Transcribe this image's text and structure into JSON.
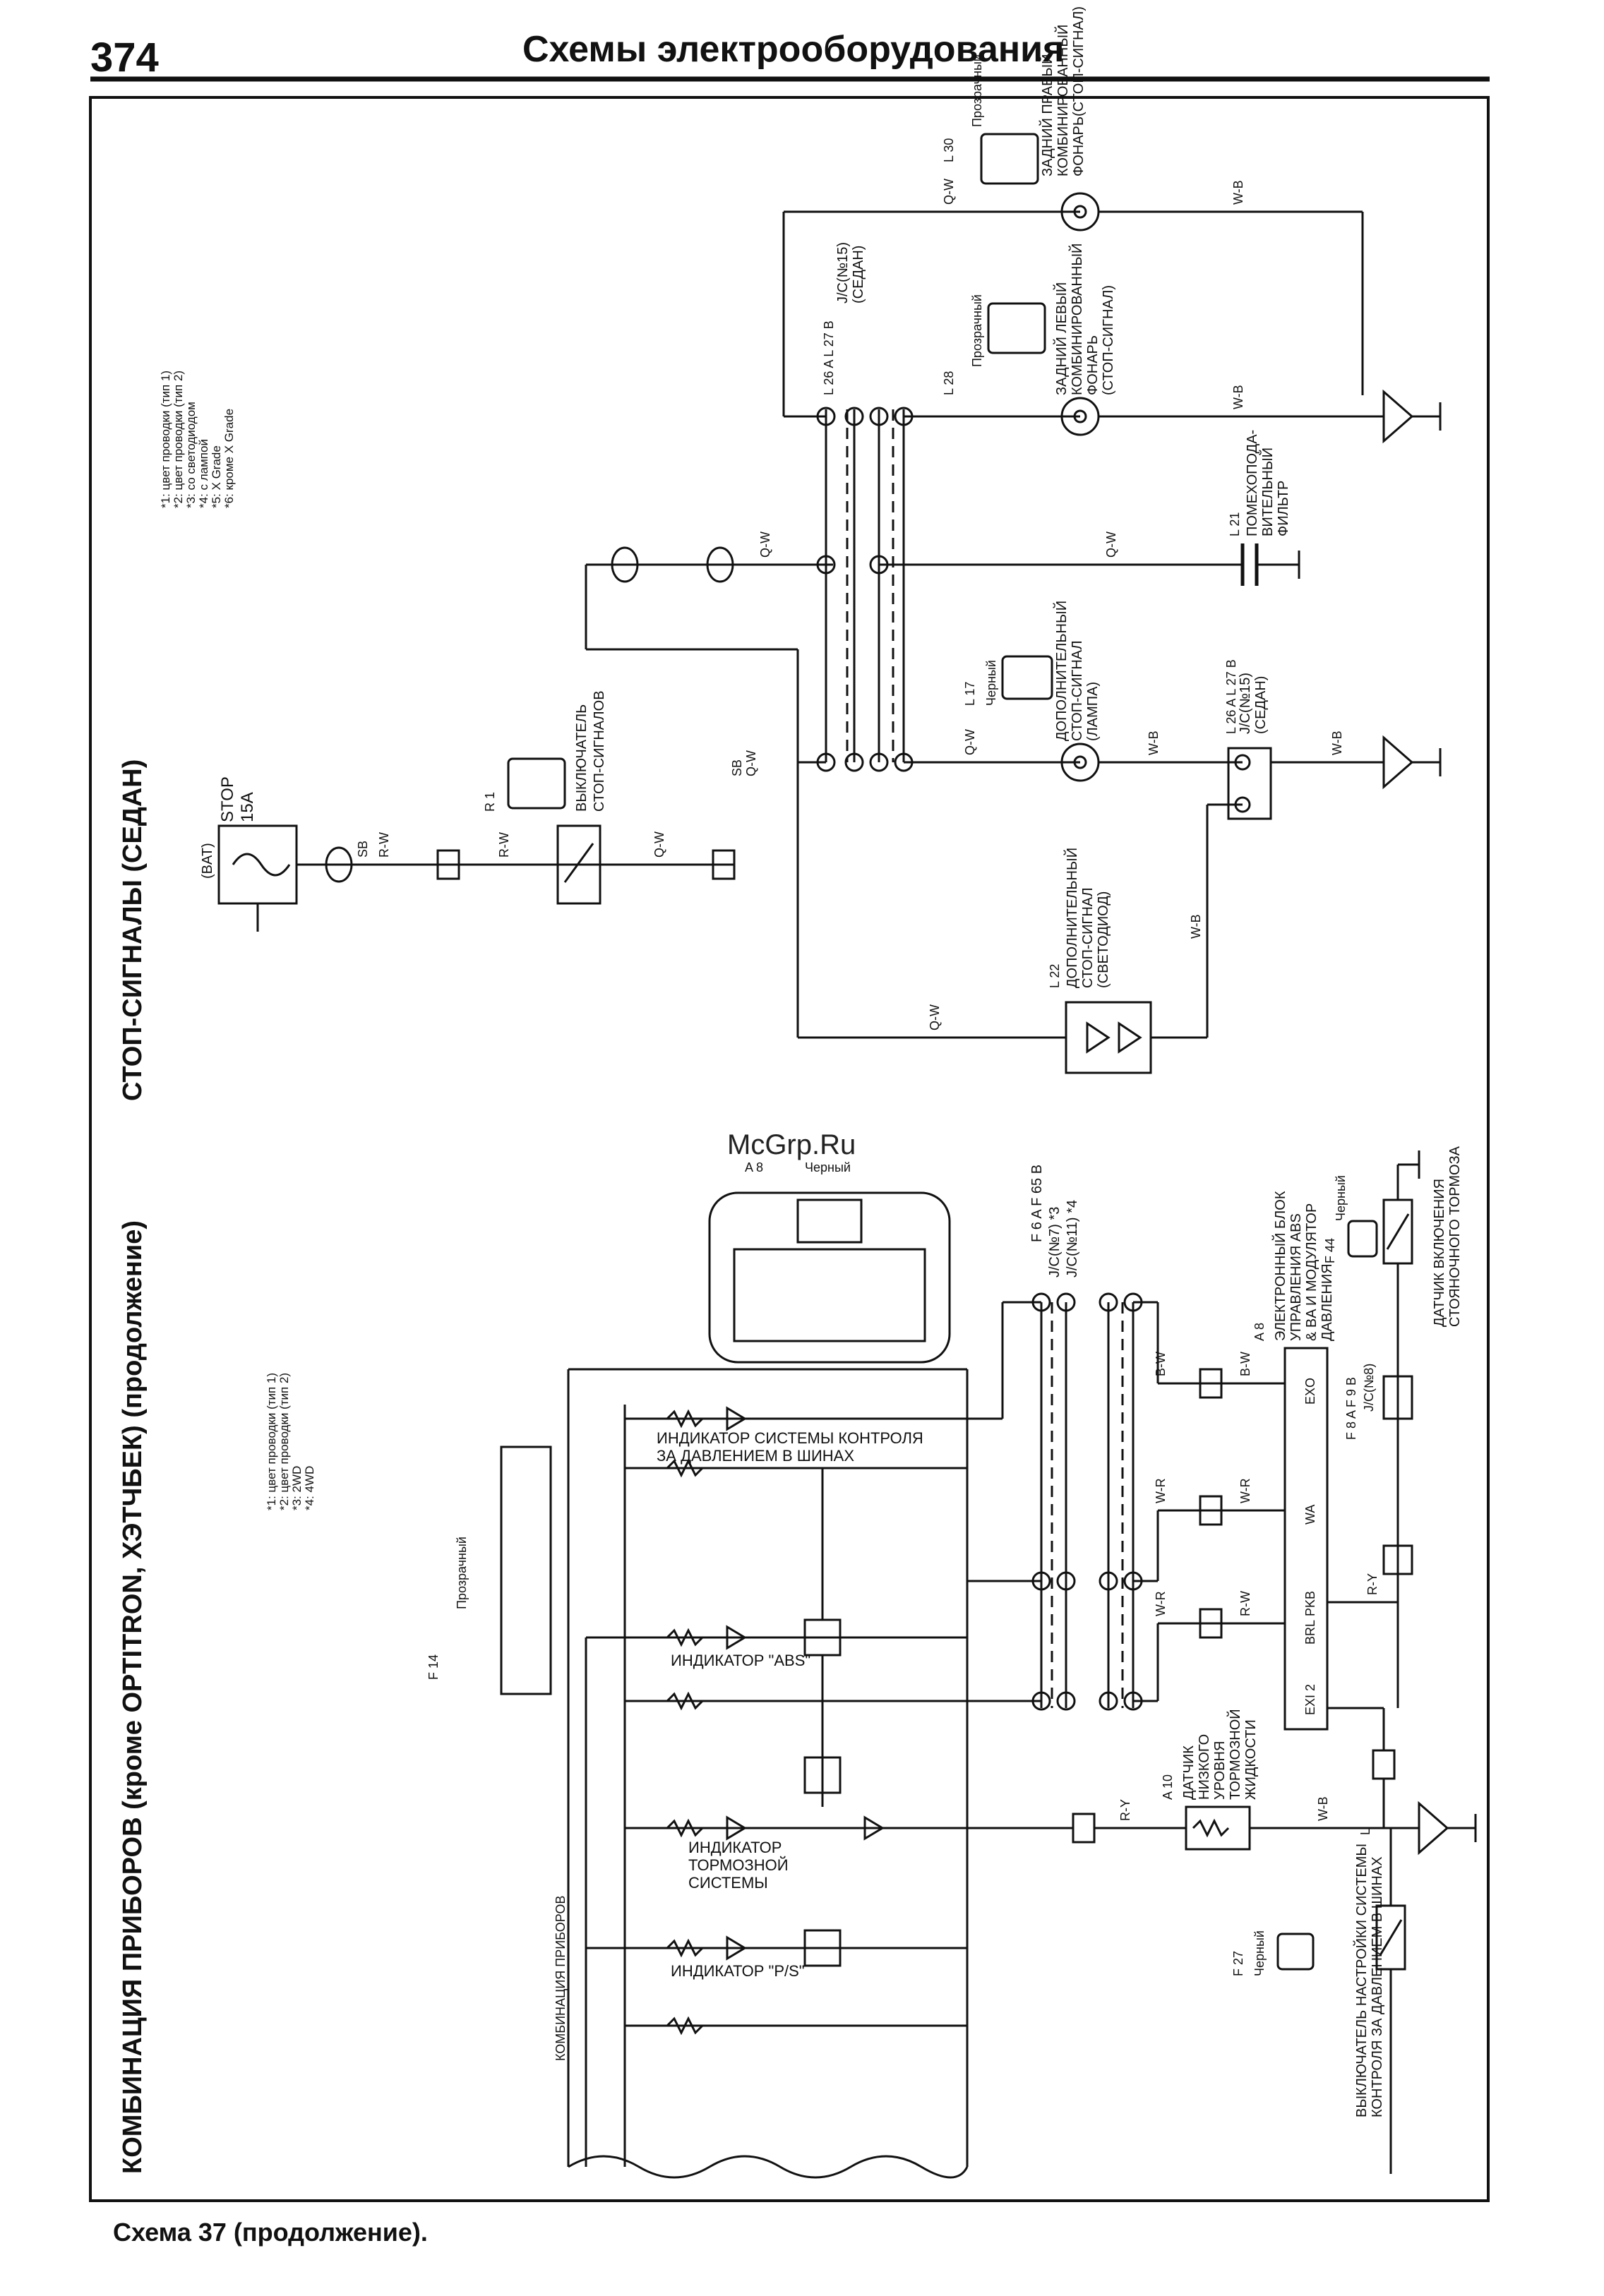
{
  "page": {
    "number": "374",
    "title": "Схемы электрооборудования",
    "caption": "Схема 37 (продолжение).",
    "watermark": "McGrp.Ru"
  },
  "sections": {
    "stop": "СТОП-СИГНАЛЫ (СЕДАН)",
    "combo": "КОМБИНАЦИЯ ПРИБОРОВ (кроме OPTITRON, ХЭТЧБЕК) (продолжение)"
  },
  "notes_top": [
    "*1: цвет проводки (тип 1)",
    "*2: цвет проводки (тип 2)",
    "*3: со светодиодом",
    "*4: с лампой",
    "*5: X Grade",
    "*6: кроме X Grade"
  ],
  "notes_bottom": [
    "*1: цвет проводки (тип 1)",
    "*2: цвет проводки (тип 2)",
    "*3: 2WD",
    "*4: 4WD"
  ],
  "labels": {
    "bat": "(BAT)",
    "fuse": "STOP",
    "fuse_amp": "15A",
    "sw_stop": [
      "R 1",
      "ВЫКЛЮЧАТЕЛЬ",
      "СТОП-СИГНАЛОВ"
    ],
    "l30": [
      "L 30",
      "Прозрачный"
    ],
    "rear_right": [
      "ЗАДНИЙ ПРАВЫЙ",
      "КОМБИНИРОВАННЫЙ",
      "ФОНАРЬ(СТОП-СИГНАЛ)"
    ],
    "rear_left": [
      "ЗАДНИЙ ЛЕВЫЙ",
      "КОМБИНИРОВАННЫЙ",
      "ФОНАРЬ",
      "(СТОП-СИГНАЛ)"
    ],
    "l28": [
      "L 28",
      "Прозрачный"
    ],
    "jc15_top": [
      "J/C(№15)",
      "(СЕДАН)",
      "L 26 A  L 27 B"
    ],
    "l21": [
      "L 21",
      "ПОМЕХОПОДА-",
      "ВИТЕЛЬНЫЙ",
      "ФИЛЬТР"
    ],
    "l17": [
      "L 17",
      "Черный"
    ],
    "extra_lamp": [
      "ДОПОЛНИТЕЛЬНЫЙ",
      "СТОП-СИГНАЛ",
      "(ЛАМПА)"
    ],
    "jc15_bot": [
      "J/C(№15)",
      "(СЕДАН)",
      "L 26 A  L 27 B"
    ],
    "extra_led": [
      "L 22",
      "ДОПОЛНИТЕЛЬНЫЙ",
      "СТОП-СИГНАЛ",
      "(СВЕТОДИОД)"
    ],
    "a8": [
      "A 8",
      "Черный"
    ],
    "jc_mid": [
      "F 6 A   F 65 B",
      "J/C(№7) *3",
      "J/C(№11) *4"
    ],
    "abs_ecu": [
      "A 8",
      "ЭЛЕКТРОННЫЙ БЛОК",
      "УПРАВЛЕНИЯ ABS",
      "& BA И МОДУЛЯТОР",
      "ДАВЛЕНИЯ"
    ],
    "f44": [
      "F 44",
      "Черный"
    ],
    "park_brake": [
      "ДАТЧИК ВКЛЮЧЕНИЯ",
      "СТОЯНОЧНОГО ТОРМОЗА"
    ],
    "jc8": [
      "F 8 A  F 9 B",
      "J/C(№8)"
    ],
    "f14": [
      "F 14",
      "Прозрачный"
    ],
    "ind_tire": [
      "ИНДИКАТОР СИСТЕМЫ КОНТРОЛЯ",
      "ЗА ДАВЛЕНИЕМ В ШИНАХ"
    ],
    "ind_abs": "ИНДИКАТОР \"ABS\"",
    "ind_brake": [
      "ИНДИКАТОР",
      "ТОРМОЗНОЙ",
      "СИСТЕМЫ"
    ],
    "ind_ps": "ИНДИКАТОР \"P/S\"",
    "combo_label": "КОМБИНАЦИЯ ПРИБОРОВ",
    "a10": [
      "A 10",
      "ДАТЧИК",
      "НИЗКОГО",
      "УРОВНЯ",
      "ТОРМОЗНОЙ",
      "ЖИДКОСТИ"
    ],
    "f27": [
      "F 27",
      "Черный"
    ],
    "tire_switch": [
      "ВЫКЛЮЧАТЕЛЬ НАСТРОЙКИ СИСТЕМЫ",
      "КОНТРОЛЯ ЗА ДАВЛЕНИЕМ В ШИНАХ"
    ],
    "ecu_pins": [
      "EXO",
      "WA",
      "BRL",
      "PKB",
      "EXI 2"
    ],
    "wires": [
      "Q-W",
      "W-B",
      "R-W",
      "SB",
      "R-Y",
      "B-W",
      "W-R",
      "L"
    ]
  }
}
